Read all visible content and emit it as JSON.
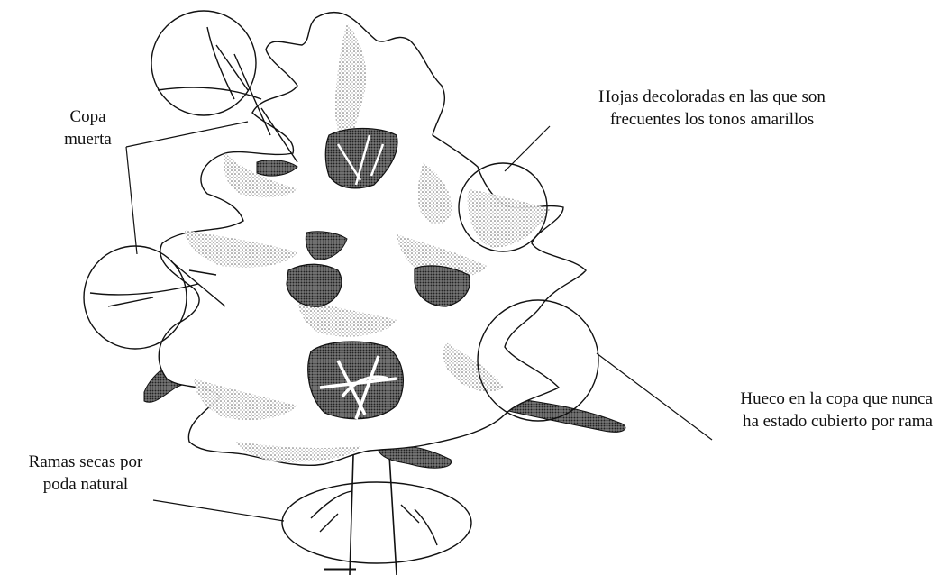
{
  "annotations": {
    "copa_muerta": {
      "line1": "Copa",
      "line2": "muerta"
    },
    "hojas_decoloradas": {
      "line1": "Hojas decoloradas en las que son",
      "line2": "frecuentes los tonos amarillos"
    },
    "hueco": {
      "line1": "Hueco en la copa que nunca",
      "line2": "ha estado cubierto por rama"
    },
    "ramas_secas": {
      "line1": "Ramas secas por",
      "line2": "poda natural"
    }
  },
  "colors": {
    "ink": "#111111",
    "stipple": "#555555",
    "dark_fill": "#333333"
  }
}
